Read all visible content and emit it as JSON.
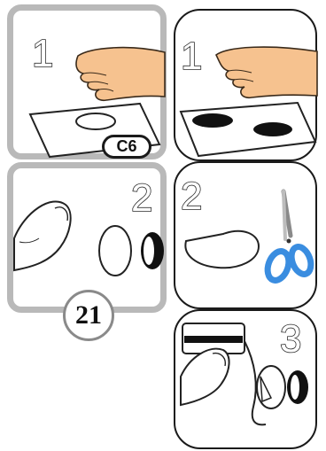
{
  "steps": {
    "p1": "1",
    "p2": "1",
    "p3": "2",
    "p4": "2",
    "p5": "3"
  },
  "labels": {
    "template_code": "C6",
    "page_number": "21"
  },
  "colors": {
    "grey_frame": "#b9b9b9",
    "ink": "#1a1a1a",
    "skin": "#f6c28f",
    "scissor_handle": "#3a8de0"
  },
  "icons": [
    "hand-icon",
    "finger-icon",
    "scissors-icon",
    "card-cutter-icon"
  ]
}
